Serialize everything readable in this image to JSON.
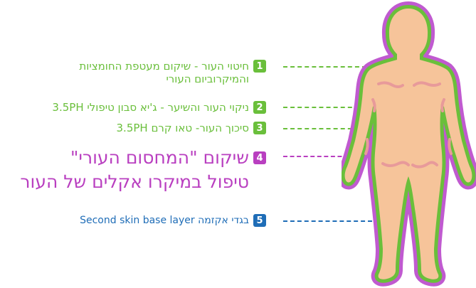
{
  "colors": {
    "green": "#6abf3b",
    "purple": "#b93fc0",
    "blue": "#1f6db7",
    "skin": "#f6c49a",
    "rash": "#e89a9a"
  },
  "items": [
    {
      "number": "1",
      "line1": "חיטוי העור - שיקום מעטפת החומציות",
      "line2": "והמיקרוביום העורי"
    },
    {
      "number": "2",
      "line1": "ניקוי העור והשיער - ג'יא סבון טיפולי 3.5PH"
    },
    {
      "number": "3",
      "line1": "סיכוך העור- טאו קרם 3.5PH"
    },
    {
      "number": "4",
      "line1": "שיקום \"המחסום העורי\"",
      "line2": "טיפול במיקרו אקלים של העור"
    },
    {
      "number": "5",
      "line1": "בגדי אקזמה Second skin base layer"
    }
  ]
}
